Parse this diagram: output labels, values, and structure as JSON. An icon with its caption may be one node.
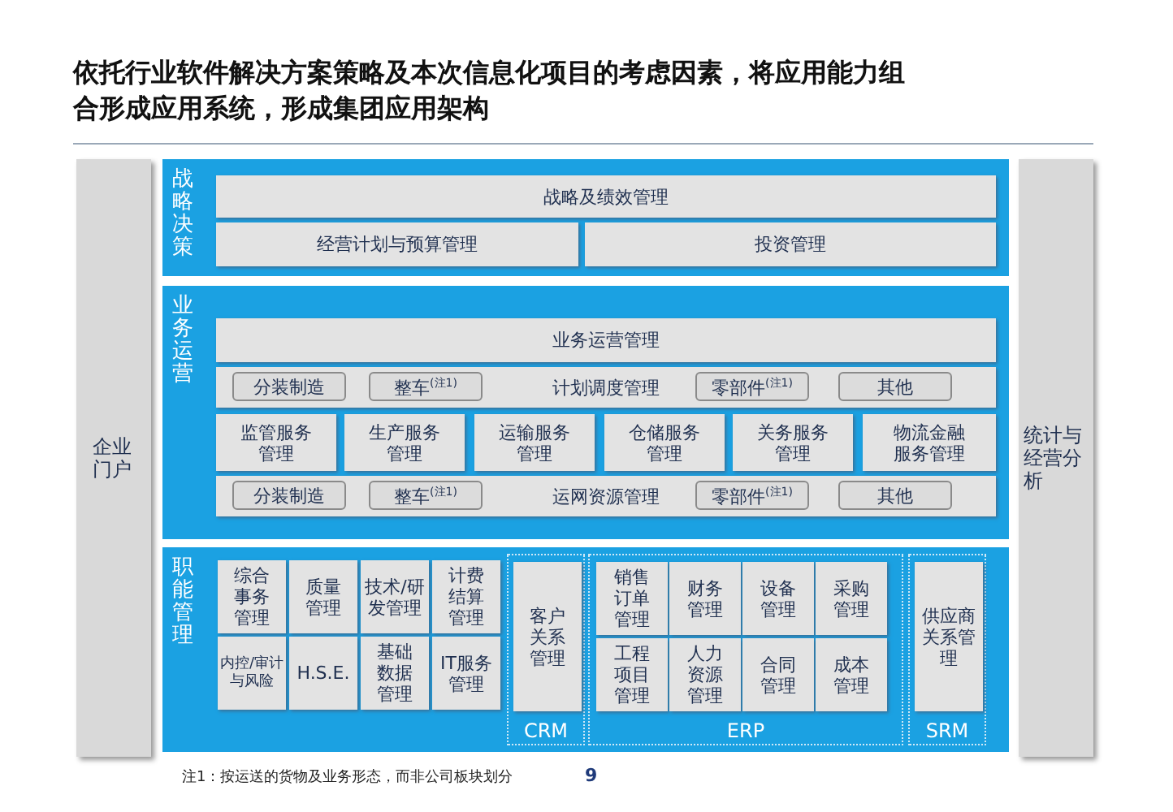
{
  "diagram": {
    "title": "依托行业软件解决方案策略及本次信息化项目的考虑因素，将应用能力组合形成应用系统，形成集团应用架构",
    "nodes": [
      {
        "text": [
          "企业门户"
        ]
      },
      {
        "text": [
          "战略决策"
        ]
      },
      {
        "text": [
          "战略及绩效管理"
        ],
        "in": 1
      },
      {
        "text": [
          "经营计划与预算管理"
        ],
        "in": 1
      },
      {
        "text": [
          "投资管理"
        ],
        "in": 1
      },
      {
        "text": [
          "业务运营"
        ]
      },
      {
        "text": [
          "业务运营管理"
        ],
        "in": 5
      },
      {
        "text": [
          "计划调度管理"
        ],
        "in": 5
      },
      {
        "text": [
          "分装制造"
        ],
        "in": 7
      },
      {
        "text": [
          "整车$^{(注1)}$"
        ],
        "in": 7
      },
      {
        "text": [
          "零部件$^{(注1)}$"
        ],
        "in": 7
      },
      {
        "text": [
          "其他"
        ],
        "in": 7
      },
      {
        "text": [
          "监管服务管理"
        ],
        "in": 5
      },
      {
        "text": [
          "生产服务管理"
        ],
        "in": 5
      },
      {
        "text": [
          "运输服务管理"
        ],
        "in": 5
      },
      {
        "text": [
          "仓储服务管理"
        ],
        "in": 5
      },
      {
        "text": [
          "关务服务管理"
        ],
        "in": 5
      },
      {
        "text": [
          "物流金融服务管理"
        ],
        "in": 5
      },
      {
        "text": [
          "运网资源管理"
        ],
        "in": 5
      },
      {
        "text": [
          "分装制造"
        ],
        "in": 18
      },
      {
        "text": [
          "整车$^{(注1)}$"
        ],
        "in": 18
      },
      {
        "text": [
          "零部件$^{(注1)}$"
        ],
        "in": 18
      },
      {
        "text": [
          "其他"
        ],
        "in": 18
      },
      {
        "text": [
          "职能管理"
        ]
      },
      {
        "text": [
          "综合事务管理"
        ],
        "in": 23
      },
      {
        "text": [
          "质量管理"
        ],
        "in": 23
      },
      {
        "text": [
          "技术/研发管理"
        ],
        "in": 23
      },
      {
        "text": [
          "计费结算管理"
        ],
        "in": 23
      },
      {
        "text": [
          "内控/审计与风险"
        ],
        "in": 23
      },
      {
        "text": [
          "H.S.E."
        ],
        "in": 23
      },
      {
        "text": [
          "基础数据管理"
        ],
        "in": 23
      },
      {
        "text": [
          "IT服务管理"
        ],
        "in": 23
      },
      {
        "text": [
          "CRM"
        ],
        "in": 23
      },
      {
        "text": [
          "客户关系管理"
        ],
        "in": 32
      },
      {
        "text": [
          "ERP"
        ],
        "in": 23
      },
      {
        "text": [
          "销售订单管理"
        ],
        "in": 34
      },
      {
        "text": [
          "财务管理"
        ],
        "in": 34
      },
      {
        "text": [
          "设备管理"
        ],
        "in": 34
      },
      {
        "text": [
          "采购管理"
        ],
        "in": 34
      },
      {
        "text": [
          "工程项目管理"
        ],
        "in": 34
      },
      {
        "text": [
          "人力资源管理"
        ],
        "in": 34
      },
      {
        "text": [
          "合同管理"
        ],
        "in": 34
      },
      {
        "text": [
          "成本管理"
        ],
        "in": 34
      },
      {
        "text": [
          "SRM"
        ],
        "in": 23
      },
      {
        "text": [
          "供应商关系管理"
        ],
        "in": 43
      },
      {
        "text": [
          "统计与经营分析"
        ]
      }
    ],
    "edges": [],
    "labels": [
      "注1：按运送的货物及业务形态，而非公司板块划分",
      "9"
    ]
  }
}
